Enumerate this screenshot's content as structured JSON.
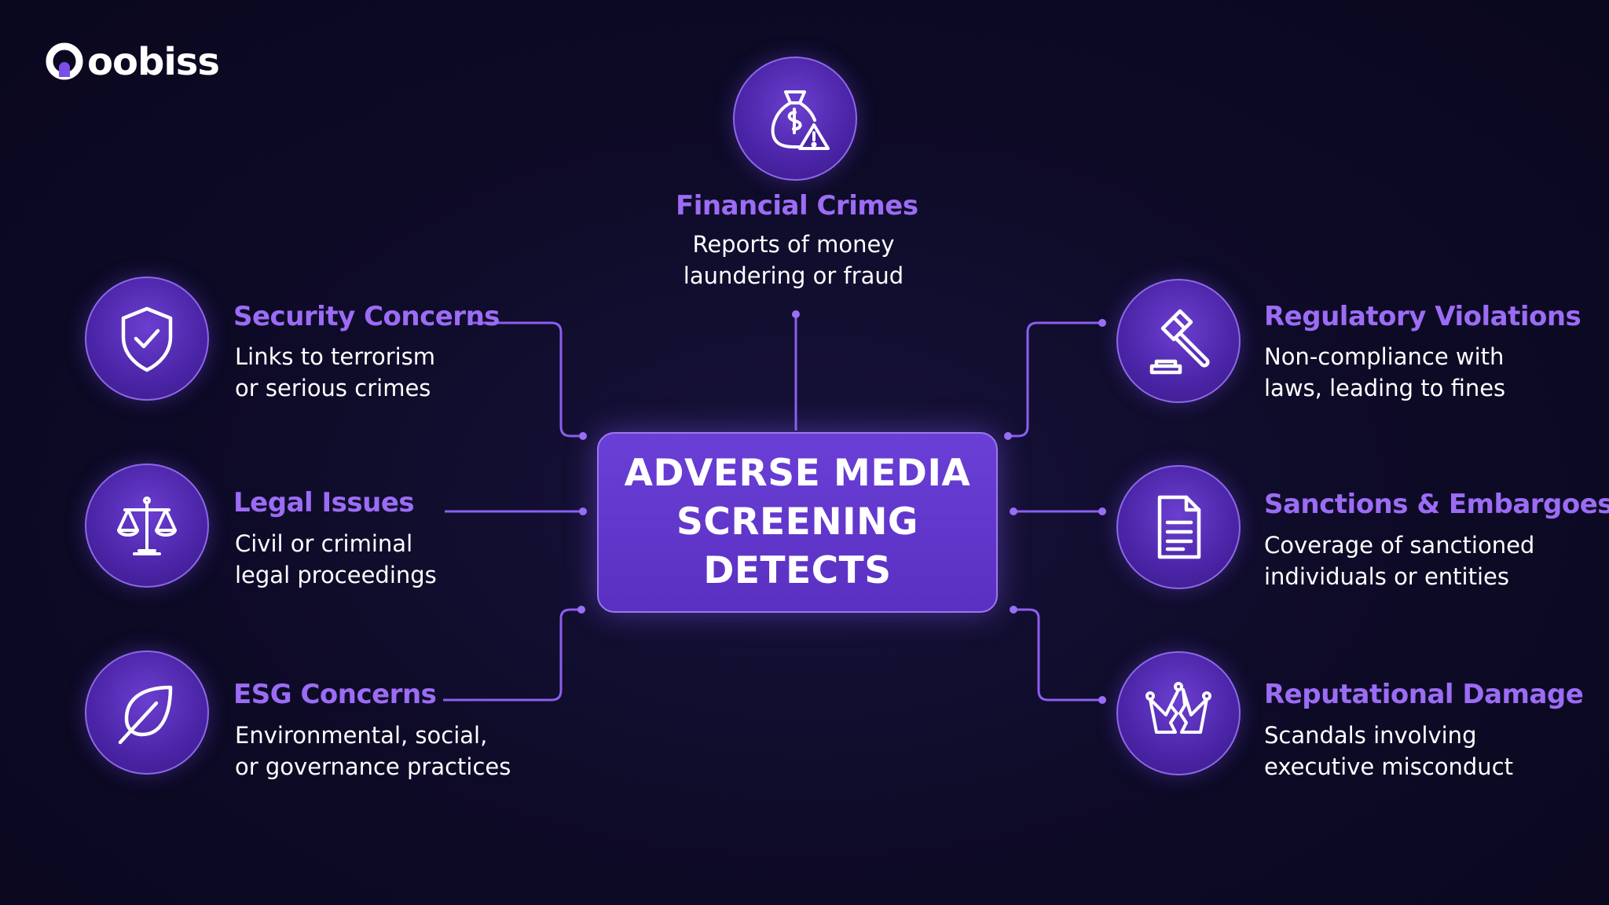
{
  "brand": {
    "name": "oobiss",
    "accent": "#9c6cf5",
    "background": "#0d0a26"
  },
  "center": {
    "text": "ADVERSE MEDIA\nSCREENING DETECTS"
  },
  "categories": [
    {
      "id": "financial",
      "title": "Financial Crimes",
      "desc": "Reports of money\nlaundering or fraud",
      "icon": "money-bag-warning-icon"
    },
    {
      "id": "security",
      "title": "Security Concerns",
      "desc": "Links to terrorism\nor serious crimes",
      "icon": "shield-check-icon"
    },
    {
      "id": "legal",
      "title": "Legal Issues",
      "desc": "Civil or criminal\nlegal proceedings",
      "icon": "scales-icon"
    },
    {
      "id": "esg",
      "title": "ESG Concerns",
      "desc": "Environmental, social,\nor governance practices",
      "icon": "leaf-icon"
    },
    {
      "id": "regulatory",
      "title": "Regulatory Violations",
      "desc": "Non-compliance with\nlaws, leading to fines",
      "icon": "gavel-icon"
    },
    {
      "id": "sanctions",
      "title": "Sanctions & Embargoes",
      "desc": "Coverage of sanctioned\nindividuals or entities",
      "icon": "document-icon"
    },
    {
      "id": "reputational",
      "title": "Reputational Damage",
      "desc": "Scandals involving\nexecutive misconduct",
      "icon": "broken-crown-icon"
    }
  ]
}
